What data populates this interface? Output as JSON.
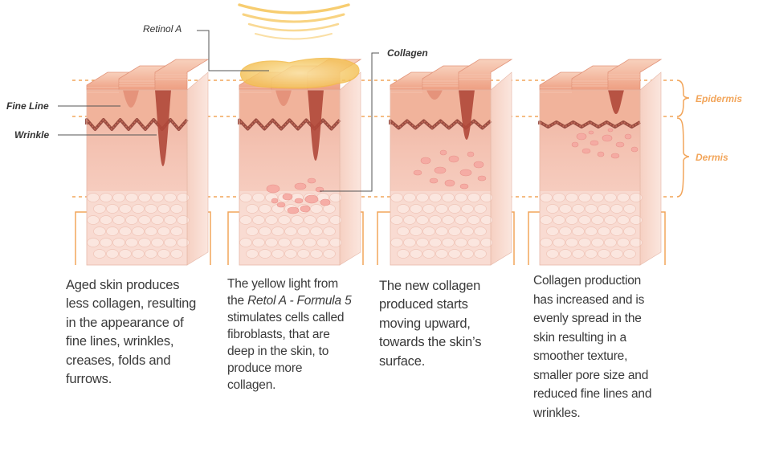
{
  "labels": {
    "retinol": "Retinol A",
    "collagen": "Collagen",
    "fine_line": "Fine Line",
    "wrinkle": "Wrinkle",
    "epidermis": "Epidermis",
    "dermis": "Dermis"
  },
  "colors": {
    "orange_accent": "#f2a55a",
    "skin_top": "#efaa8c",
    "dermis_fill": "#f6c9bb",
    "base_tissue": "#f8d8cf",
    "melanin_band": "#8a3a30",
    "light_glow": "#f7c850"
  },
  "captions": [
    {
      "lines": [
        "Aged skin produces",
        "less collagen, resulting",
        "in the appearance of",
        "fine lines, wrinkles,",
        "creases, folds and",
        "furrows."
      ]
    },
    {
      "line1": "The yellow light from",
      "line2_prefix": "the ",
      "line2_em": "Retol A - Formula 5",
      "lines_rest": [
        "stimulates cells called",
        "fibroblasts, that are",
        "deep in the skin, to",
        "produce more",
        "collagen."
      ]
    },
    {
      "lines": [
        "The new collagen",
        "produced starts",
        "moving upward,",
        "towards the skin’s",
        "surface."
      ]
    },
    {
      "lines": [
        "Collagen production",
        "has increased and is",
        "evenly spread in the",
        "skin resulting in a",
        "smoother texture,",
        "smaller pore size and",
        "reduced fine lines and",
        "wrinkles."
      ]
    }
  ]
}
